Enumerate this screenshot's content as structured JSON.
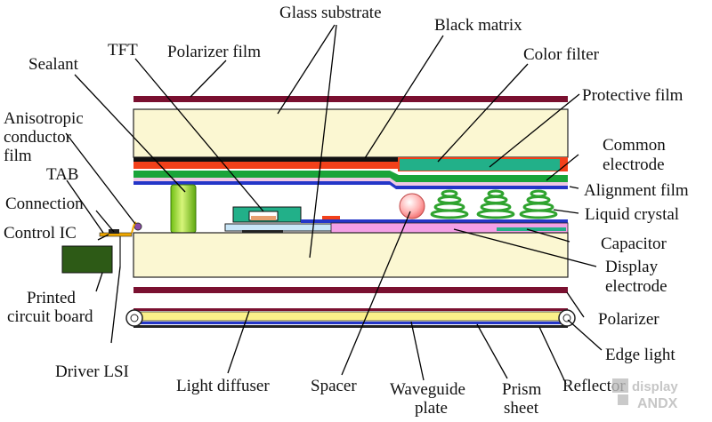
{
  "labels": {
    "glass_substrate": "Glass substrate",
    "black_matrix": "Black matrix",
    "tft": "TFT",
    "polarizer_film": "Polarizer film",
    "color_filter": "Color filter",
    "sealant": "Sealant",
    "protective_film": "Protective film",
    "anisotropic_1": "Anisotropic",
    "anisotropic_2": "conductor",
    "anisotropic_3": "film",
    "common_electrode_1": "Common",
    "common_electrode_2": "electrode",
    "tab": "TAB",
    "alignment_film": "Alignment film",
    "connection": "Connection",
    "liquid_crystal": "Liquid crystal",
    "control_ic": "Control IC",
    "capacitor": "Capacitor",
    "display_electrode_1": "Display",
    "display_electrode_2": "electrode",
    "printed_circuit_board_1": "Printed",
    "printed_circuit_board_2": "circuit board",
    "polarizer": "Polarizer",
    "edge_light": "Edge light",
    "driver_lsi": "Driver LSI",
    "light_diffuser": "Light diffuser",
    "spacer": "Spacer",
    "waveguide_1": "Waveguide",
    "waveguide_2": "plate",
    "prism_1": "Prism",
    "prism_2": "sheet",
    "reflector": "Reflector"
  },
  "watermark": {
    "top": "display",
    "bottom": "ANDX"
  },
  "colors": {
    "polarizer": "#7a1030",
    "glass": "#fbf7d2",
    "black_matrix": "#111111",
    "color_filter_red": "#f2401a",
    "color_filter_teal": "#22b089",
    "protective_green": "#1aa43a",
    "alignment_blue": "#2436c8",
    "liquid_crystal": "#2fa32f",
    "display_electrode": "#f3a0e6",
    "sealant": "#8fd61a",
    "pcb": "#2d5a16",
    "spacer": "#ff9b9b"
  }
}
